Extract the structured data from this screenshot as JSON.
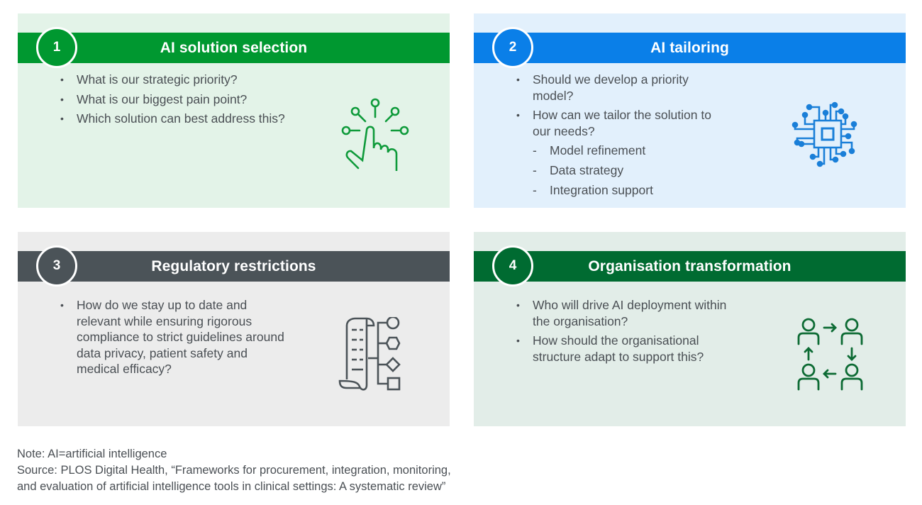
{
  "colors": {
    "panel1_band": "#009830",
    "panel2_band": "#0a7fe8",
    "panel3_band": "#4b5358",
    "panel4_band": "#006b31",
    "panel1_bg": "#e3f3e8",
    "panel2_bg": "#e2f0fc",
    "panel3_bg": "#ececec",
    "panel4_bg": "#e2ede8",
    "text": "#4a4f54"
  },
  "panels": [
    {
      "number": "1",
      "title": "AI solution selection",
      "icon": "hand-touch-network-icon",
      "bullets": [
        "What is our strategic priority?",
        "What is our biggest pain point?",
        "Which solution can best address this?"
      ]
    },
    {
      "number": "2",
      "title": "AI tailoring",
      "icon": "circuit-chip-icon",
      "bullets": [
        "Should we develop a priority model?",
        "How can we tailor the solution to our needs?"
      ],
      "sub_items": [
        "Model refinement",
        "Data strategy",
        "Integration support"
      ]
    },
    {
      "number": "3",
      "title": "Regulatory restrictions",
      "icon": "document-flowchart-icon",
      "bullets": [
        "How do we stay up to date and relevant while ensuring rigorous compliance to strict guidelines around data privacy, patient safety and medical efficacy?"
      ]
    },
    {
      "number": "4",
      "title": "Organisation transformation",
      "icon": "people-cycle-icon",
      "bullets": [
        "Who will drive AI deployment within the organisation?",
        "How should the organisational structure adapt to support this?"
      ]
    }
  ],
  "footer": {
    "note": "Note: AI=artificial intelligence",
    "source_line1": "Source: PLOS Digital Health, “Frameworks for procurement, integration, monitoring,",
    "source_line2": "and evaluation of artificial intelligence tools in clinical settings: A systematic review”"
  }
}
